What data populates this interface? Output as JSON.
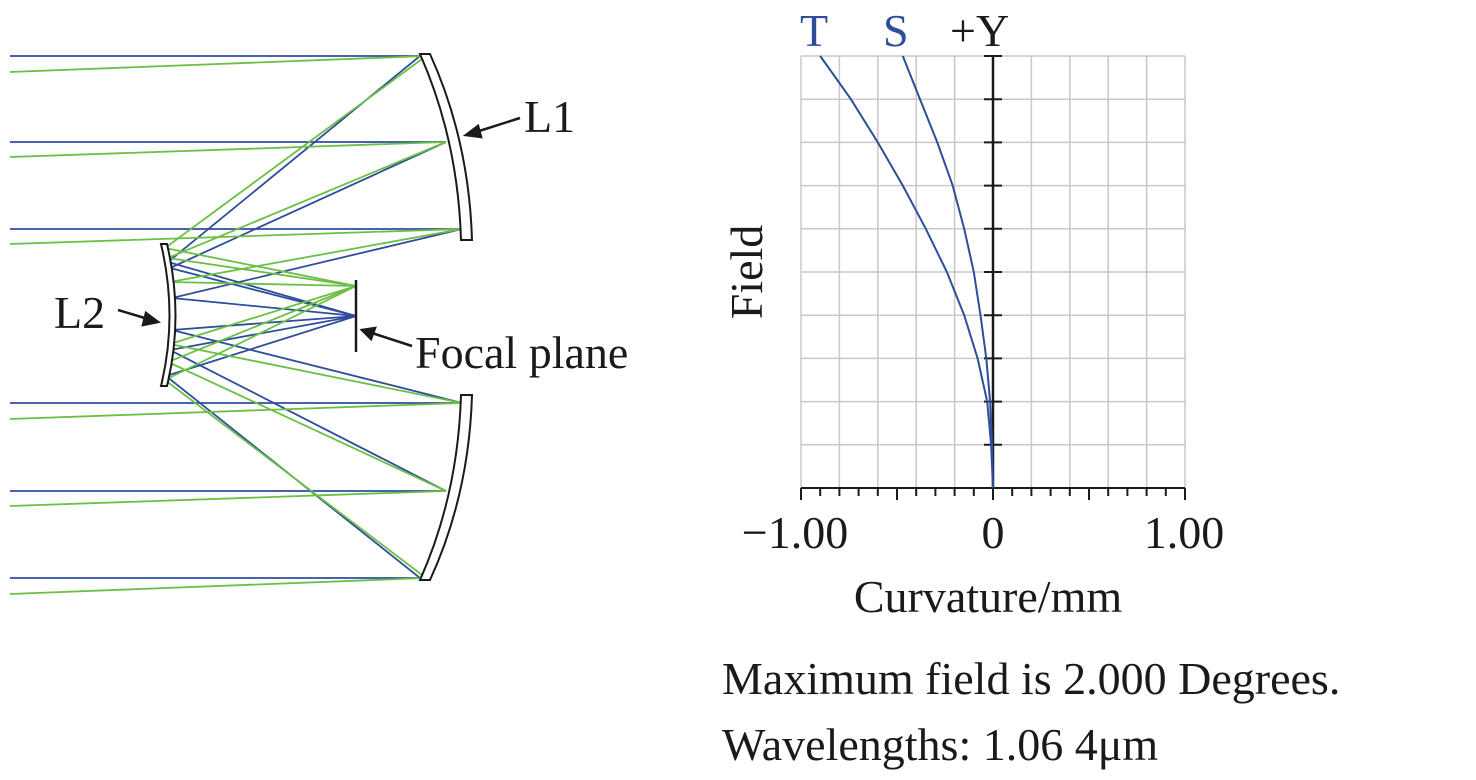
{
  "colors": {
    "ray_blue": "#2e4d9b",
    "ray_green": "#6cbf45",
    "curve_blue": "#2e4d9b",
    "grid": "#c8c8c8",
    "ink": "#1a1a1a"
  },
  "diagram": {
    "labels": {
      "l1": "L1",
      "l2": "L2",
      "focal_plane": "Focal plane"
    }
  },
  "chart_data": {
    "type": "line",
    "xlabel": "Curvature/mm",
    "ylabel": "Field",
    "xlim": [
      -1.0,
      1.0
    ],
    "ylim": [
      0,
      1
    ],
    "x_ticks": [
      "−1.00",
      "0",
      "1.00"
    ],
    "axis_top_label": "+Y",
    "grid": true,
    "series": [
      {
        "name": "T",
        "color": "#2e4d9b",
        "points": [
          [
            0,
            0
          ],
          [
            -0.01,
            0.1
          ],
          [
            -0.03,
            0.2
          ],
          [
            -0.08,
            0.3
          ],
          [
            -0.15,
            0.4
          ],
          [
            -0.24,
            0.5
          ],
          [
            -0.35,
            0.6
          ],
          [
            -0.47,
            0.7
          ],
          [
            -0.6,
            0.8
          ],
          [
            -0.74,
            0.9
          ],
          [
            -0.9,
            1.0
          ]
        ]
      },
      {
        "name": "S",
        "color": "#2e4d9b",
        "points": [
          [
            0,
            0
          ],
          [
            -0.005,
            0.1
          ],
          [
            -0.015,
            0.2
          ],
          [
            -0.035,
            0.3
          ],
          [
            -0.065,
            0.4
          ],
          [
            -0.1,
            0.5
          ],
          [
            -0.15,
            0.6
          ],
          [
            -0.21,
            0.7
          ],
          [
            -0.29,
            0.8
          ],
          [
            -0.38,
            0.9
          ],
          [
            -0.47,
            1.0
          ]
        ]
      }
    ]
  },
  "notes": {
    "max_field": "Maximum field is 2.000 Degrees.",
    "wavelengths": "Wavelengths: 1.06 4μm"
  }
}
